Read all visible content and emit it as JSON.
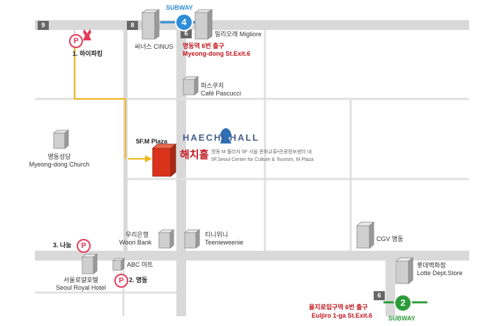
{
  "subway_top": {
    "label": "SUBWAY",
    "line": "4"
  },
  "subway_bottom": {
    "label": "SUBWAY",
    "line": "2"
  },
  "street_numbers": {
    "n9": "9",
    "n8": "8",
    "n6_top": "6",
    "n6_bottom": "6"
  },
  "parking": {
    "p1": {
      "icon": "P",
      "label": "1. 하이파킹"
    },
    "p2": {
      "icon": "P",
      "label": "2. 명동"
    },
    "p3": {
      "icon": "P",
      "label": "3. 나눔"
    }
  },
  "buildings": {
    "cinus": "씨너스 CINUS",
    "migliore": "밀리오레 Migliore",
    "exit6_kr": "명동역 6번 출구",
    "exit6_en": "Myeong-dong St.Exit.6",
    "pascucci_kr": "파스쿠치",
    "pascucci_en": "Café Pascucci",
    "church_kr": "명동성당",
    "church_en": "Myeong-dong Church",
    "mplaza": "5F.M Plaza",
    "haechi_en": "HAECHI HALL",
    "haechi_kr": "해치홀",
    "haechi_desc_kr": "명동 M 플라자 5F 서울 문화교류•관광정보센터 내",
    "haechi_desc_en": "5F,Seoul Center for Culture & Tourism, M Plaza",
    "woori_kr": "우리은행",
    "woori_en": "Woori Bank",
    "teenie_kr": "티니위니",
    "teenie_en": "Teenieweenie",
    "cgv": "CGV 명동",
    "abc": "ABC 마트",
    "royal_kr": "서울로얄호텔",
    "royal_en": "Seoul Royal Hotel",
    "lotte_kr": "롯데백화점",
    "lotte_en": "Lotte Dept.Store",
    "euljiro_kr": "을지로입구역 6번 출구",
    "euljiro_en": "Euljiro 1-ga St.Exit.6"
  },
  "colors": {
    "road": "#d9d9d9",
    "route": "#f2b71b",
    "line4": "#2f8ed8",
    "line2": "#2c9c3a",
    "target": "#d9331c",
    "label_red": "#c0141c"
  }
}
